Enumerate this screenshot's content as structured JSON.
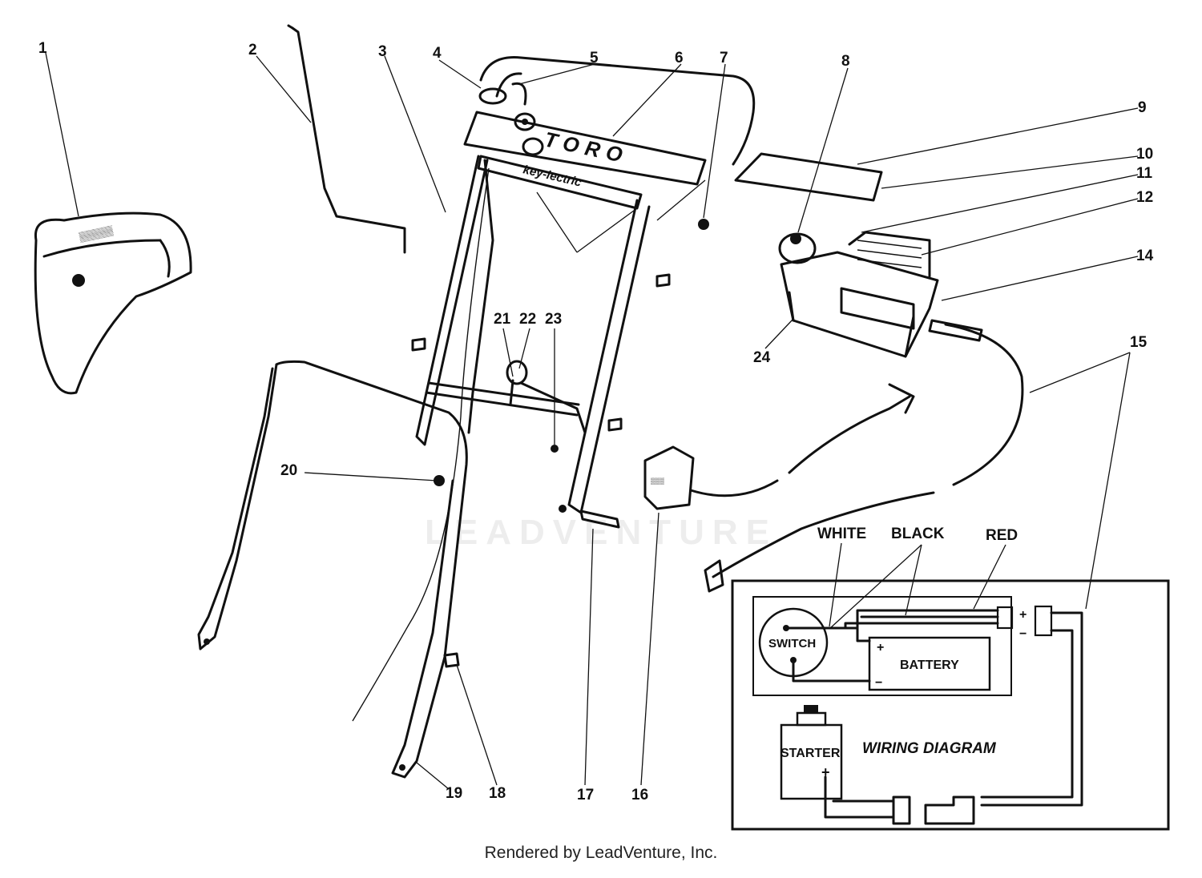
{
  "callouts": [
    "1",
    "2",
    "3",
    "4",
    "5",
    "6",
    "7",
    "8",
    "9",
    "10",
    "11",
    "12",
    "14",
    "15",
    "16",
    "17",
    "18",
    "19",
    "20",
    "21",
    "22",
    "23",
    "24"
  ],
  "branding": {
    "logo": "TORO",
    "script_badge": "key-lectric"
  },
  "wiring": {
    "title": "WIRING DIAGRAM",
    "switch": "SWITCH",
    "battery": "BATTERY",
    "starter": "STARTER",
    "wire_white": "WHITE",
    "wire_black": "BLACK",
    "wire_red": "RED",
    "plus": "+",
    "minus": "−"
  },
  "watermark": "LEADVENTURE",
  "footer": "Rendered by LeadVenture, Inc.",
  "colors": {
    "ink": "#111111",
    "paper": "#ffffff"
  }
}
